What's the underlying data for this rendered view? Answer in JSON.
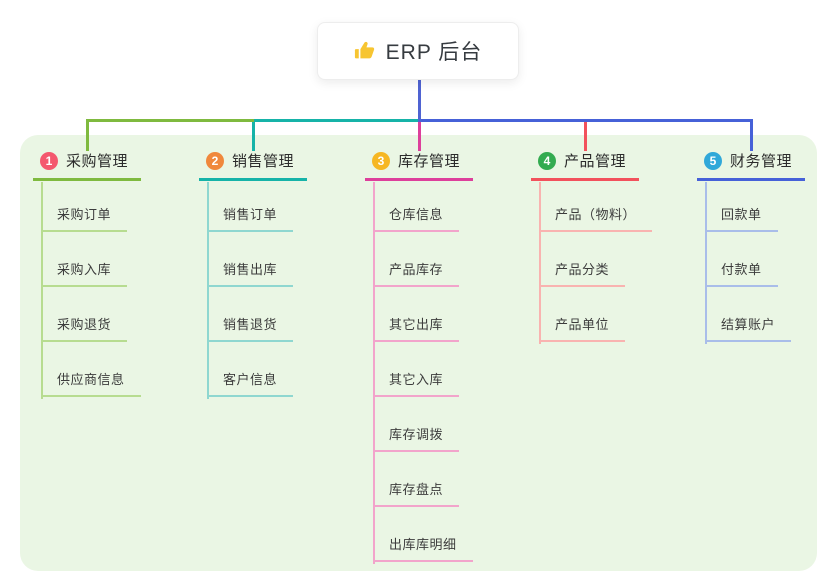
{
  "root": {
    "icon": "thumbs-up-icon",
    "label": "ERP 后台"
  },
  "branches": [
    {
      "badge": "1",
      "label": "采购管理",
      "badge_color": "#f4586e",
      "line_color": "#7fba3f",
      "child_line_color": "#b7dc90",
      "children": [
        "采购订单",
        "采购入库",
        "采购退货",
        "供应商信息"
      ]
    },
    {
      "badge": "2",
      "label": "销售管理",
      "badge_color": "#f0883c",
      "line_color": "#16b3a8",
      "child_line_color": "#8fd7d0",
      "children": [
        "销售订单",
        "销售出库",
        "销售退货",
        "客户信息"
      ]
    },
    {
      "badge": "3",
      "label": "库存管理",
      "badge_color": "#f6b723",
      "line_color": "#dd3f9b",
      "child_line_color": "#f2a4cb",
      "children": [
        "仓库信息",
        "产品库存",
        "其它出库",
        "其它入库",
        "库存调拨",
        "库存盘点",
        "出库库明细"
      ]
    },
    {
      "badge": "4",
      "label": "产品管理",
      "badge_color": "#33ab50",
      "line_color": "#f2515c",
      "child_line_color": "#f9b3b0",
      "children": [
        "产品（物料）",
        "产品分类",
        "产品单位"
      ]
    },
    {
      "badge": "5",
      "label": "财务管理",
      "badge_color": "#30a8d9",
      "line_color": "#4661d8",
      "child_line_color": "#a9bde9",
      "children": [
        "回款单",
        "付款单",
        "结算账户"
      ]
    }
  ],
  "connector_colors": {
    "root_drop": "#4f63d2",
    "trunk_left": "#7fba3f",
    "trunk_middle": "#16b3a8",
    "trunk_right": "#4661d8"
  },
  "colors": {
    "canvas_bg": "#ffffff",
    "panel_bg": "#eaf6e4",
    "icon_yellow": "#f7c531"
  }
}
